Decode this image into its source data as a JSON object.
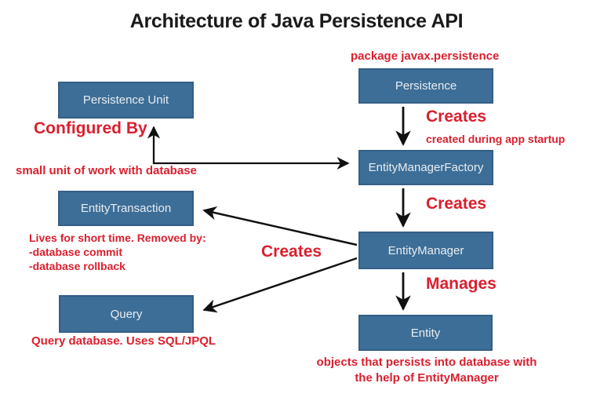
{
  "title": "Architecture of Java Persistence API",
  "colors": {
    "box_fill": "#3d6e97",
    "box_border": "#335f86",
    "box_text": "#e8edf2",
    "label_red": "#da1f2e",
    "arrow_color": "#111111",
    "title_color": "#1a1a1a",
    "bg": "#ffffff"
  },
  "nodes": {
    "persistence_unit": "Persistence Unit",
    "persistence": "Persistence",
    "entity_manager_factory": "EntityManagerFactory",
    "entity_transaction": "EntityTransaction",
    "entity_manager": "EntityManager",
    "query": "Query",
    "entity": "Entity"
  },
  "annotations": {
    "package_note": "package javax.persistence",
    "creates_factory": "Creates",
    "created_during_startup": "created during app startup",
    "configured_by": "Configured By",
    "small_unit_note": "small unit of work with database",
    "creates_manager": "Creates",
    "transaction_note_line1": "Lives for short time. Removed by:",
    "transaction_note_line2": "-database commit",
    "transaction_note_line3": "-database rollback",
    "creates_from_manager": "Creates",
    "manages": "Manages",
    "query_note": "Query database. Uses SQL/JPQL",
    "entity_note_line1": "objects that persists into database with",
    "entity_note_line2": "the help of EntityManager"
  }
}
